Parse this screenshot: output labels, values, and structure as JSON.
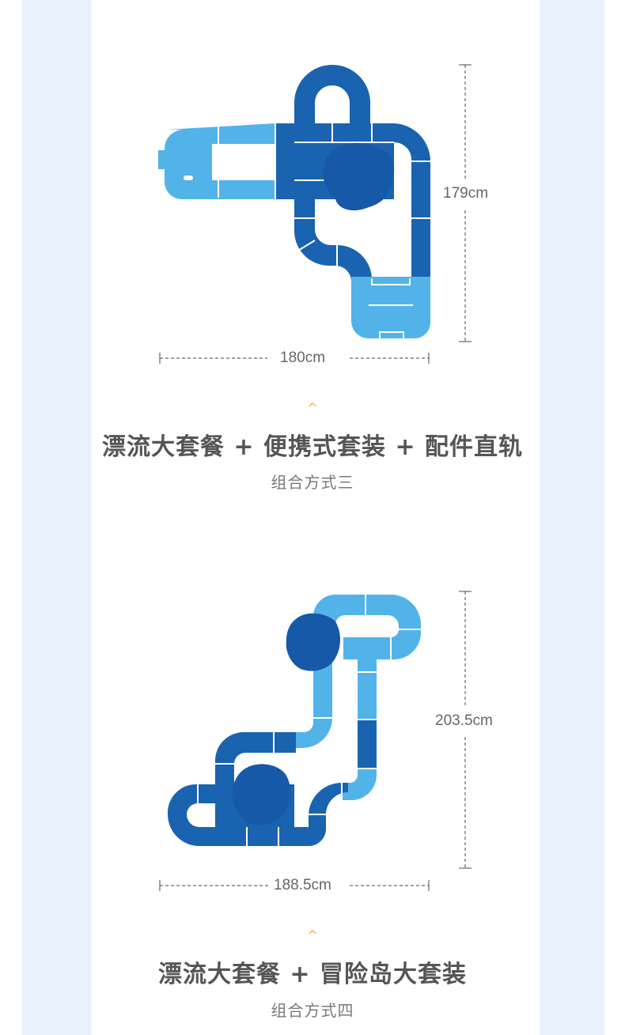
{
  "colors": {
    "background": "#ffffff",
    "side_band": "#e9f2fc",
    "track_dark": "#1a63b0",
    "track_light": "#52b3e9",
    "pond": "#1559a8",
    "caret": "#f2b24a",
    "title_text": "#555555",
    "dim_text": "#666666"
  },
  "combos": [
    {
      "width_label": "180cm",
      "height_label": "179cm",
      "caret": "^",
      "title": "漂流大套餐 + 便携式套装 + 配件直轨",
      "subtitle": "组合方式三"
    },
    {
      "width_label": "188.5cm",
      "height_label": "203.5cm",
      "caret": "^",
      "title": "漂流大套餐 + 冒险岛大套装",
      "subtitle": "组合方式四"
    }
  ]
}
